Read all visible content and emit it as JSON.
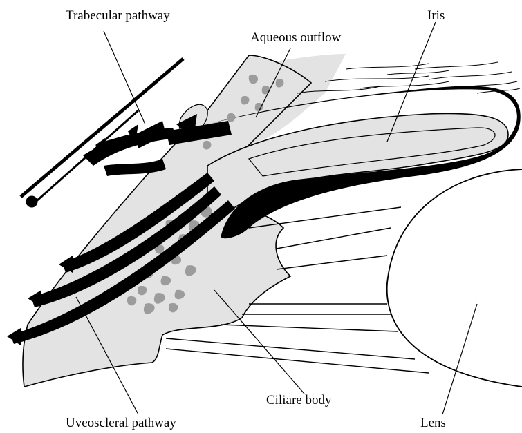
{
  "labels": {
    "trabecular": "Trabecular pathway",
    "aqueous": "Aqueous outflow",
    "iris": "Iris",
    "ciliary": "Ciliare body",
    "uveoscleral": "Uveoscleral pathway",
    "lens": "Lens"
  },
  "colors": {
    "ink": "#000000",
    "tissue": "#e3e3e3",
    "muscle": "#9c9c9c",
    "background": "#ffffff"
  }
}
